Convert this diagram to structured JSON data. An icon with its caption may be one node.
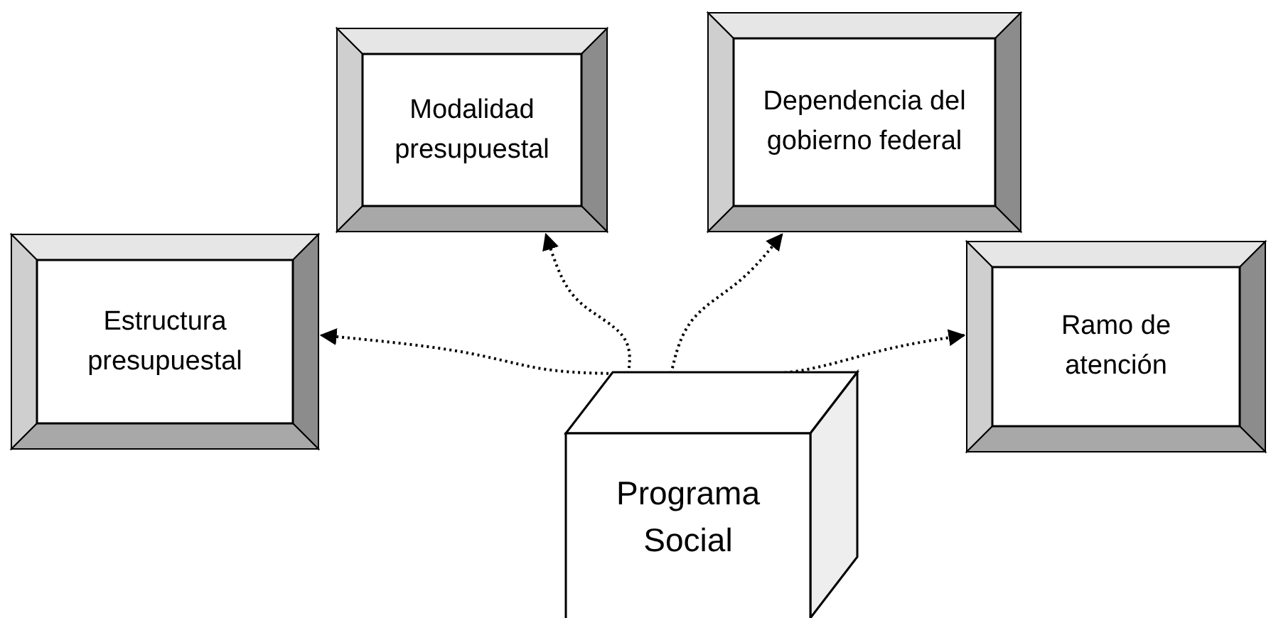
{
  "diagram": {
    "nodes": [
      {
        "text": [
          "Modalidad presupuestal"
        ]
      },
      {
        "text": [
          "Dependencia del gobierno federal"
        ]
      },
      {
        "text": [
          "Estructura presupuestal"
        ]
      },
      {
        "text": [
          "Ramo de atención"
        ]
      },
      {
        "text": [
          "Programa Social"
        ]
      }
    ],
    "edges": [
      {
        "from": 4,
        "to": 2,
        "arrow": "to",
        "style": "dashed"
      },
      {
        "from": 4,
        "to": 0,
        "arrow": "to",
        "style": "dashed"
      },
      {
        "from": 4,
        "to": 1,
        "arrow": "to",
        "style": "dashed"
      },
      {
        "from": 4,
        "to": 3,
        "arrow": "to",
        "style": "dashed"
      }
    ]
  }
}
